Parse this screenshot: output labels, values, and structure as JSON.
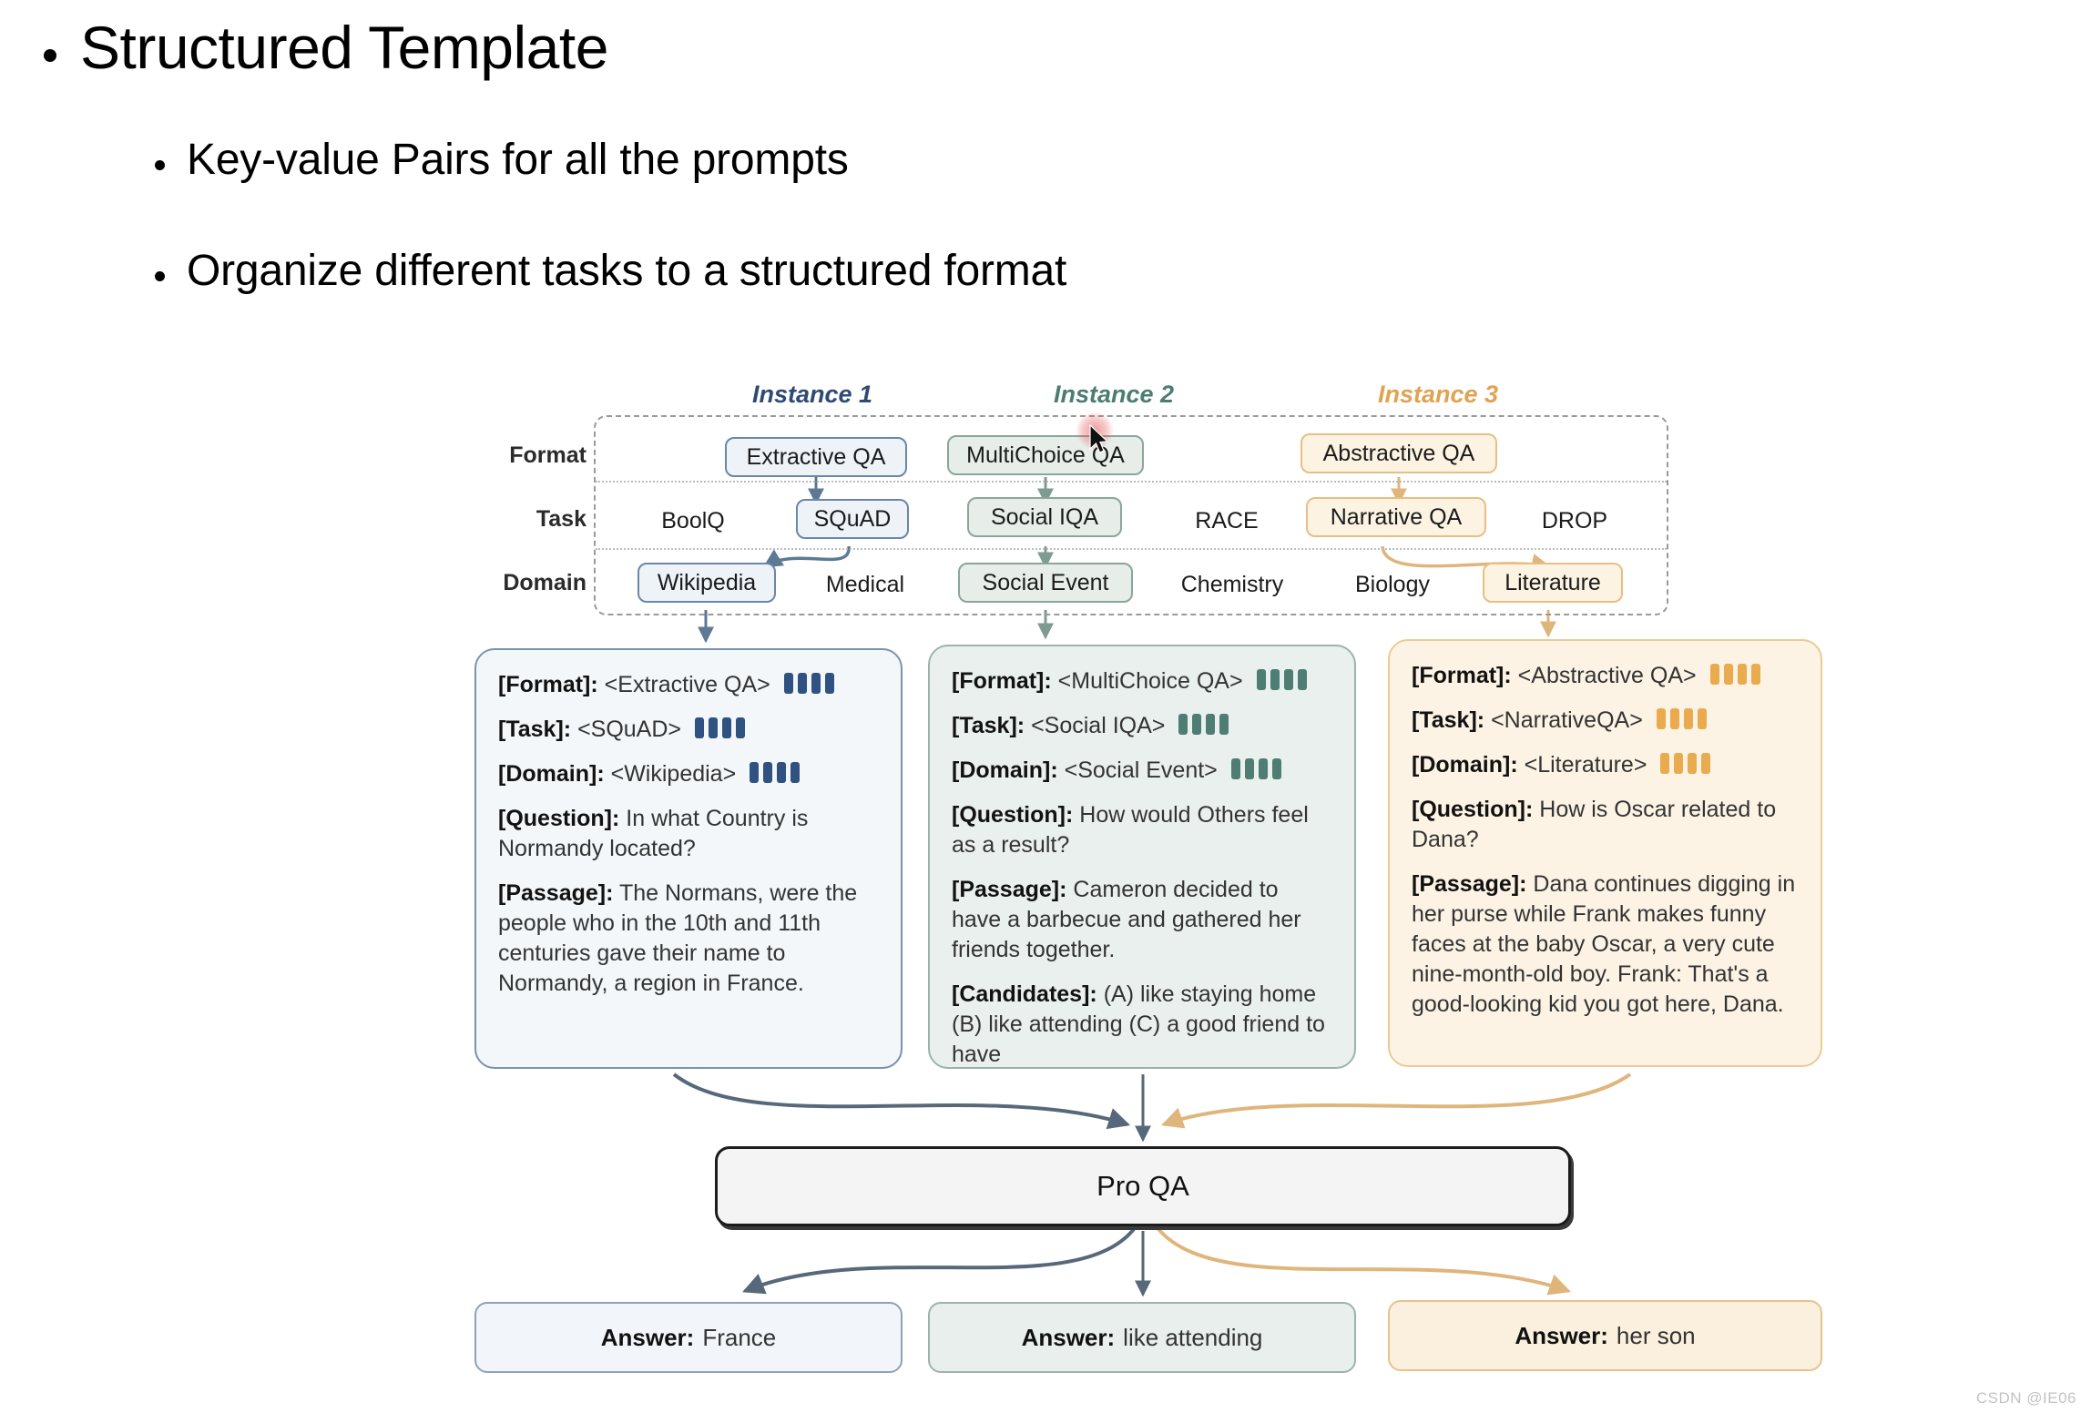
{
  "slide": {
    "title": "Structured Template",
    "bullets": [
      "Key-value Pairs for all the prompts",
      "Organize different tasks to a structured format"
    ]
  },
  "figure": {
    "instance_labels": [
      {
        "text": "Instance 1",
        "color": "#2f4a73"
      },
      {
        "text": "Instance 2",
        "color": "#4c7d72"
      },
      {
        "text": "Instance 3",
        "color": "#e0a352"
      }
    ],
    "taxonomy": {
      "row_labels": [
        "Format",
        "Task",
        "Domain"
      ],
      "format_row": [
        {
          "text": "Extractive QA",
          "style": "blue"
        },
        {
          "text": "MultiChoice QA",
          "style": "green"
        },
        {
          "text": "Abstractive QA",
          "style": "orange"
        }
      ],
      "task_row": [
        {
          "text": "BoolQ",
          "style": "plain"
        },
        {
          "text": "SQuAD",
          "style": "blue"
        },
        {
          "text": "Social IQA",
          "style": "green"
        },
        {
          "text": "RACE",
          "style": "plain"
        },
        {
          "text": "Narrative QA",
          "style": "orange"
        },
        {
          "text": "DROP",
          "style": "plain"
        }
      ],
      "domain_row": [
        {
          "text": "Wikipedia",
          "style": "blue"
        },
        {
          "text": "Medical",
          "style": "plain"
        },
        {
          "text": "Social Event",
          "style": "green"
        },
        {
          "text": "Chemistry",
          "style": "plain"
        },
        {
          "text": "Biology",
          "style": "plain"
        },
        {
          "text": "Literature",
          "style": "orange"
        }
      ]
    },
    "cards": [
      {
        "accent": "#2f5280",
        "format_key": "[Format]:",
        "format_value": "<Extractive QA>",
        "task_key": "[Task]:",
        "task_value": "<SQuAD>",
        "domain_key": "[Domain]:",
        "domain_value": "<Wikipedia>",
        "question_key": "[Question]:",
        "question_value": "In what Country is Normandy located?",
        "passage_key": "[Passage]:",
        "passage_value": "The Normans, were the people who in the 10th and 11th centuries gave their name to Normandy, a region in France."
      },
      {
        "accent": "#4d7d73",
        "format_key": "[Format]:",
        "format_value": "<MultiChoice QA>",
        "task_key": "[Task]:",
        "task_value": "<Social IQA>",
        "domain_key": "[Domain]:",
        "domain_value": "<Social Event>",
        "question_key": "[Question]:",
        "question_value": "How would Others feel as a result?",
        "passage_key": "[Passage]:",
        "passage_value": "Cameron decided to have a barbecue and gathered her friends together.",
        "candidates_key": "[Candidates]:",
        "candidates_value": "(A) like staying home (B) like attending (C) a good friend to have"
      },
      {
        "accent": "#e9ab4e",
        "format_key": "[Format]:",
        "format_value": "<Abstractive  QA>",
        "task_key": "[Task]:",
        "task_value": "<NarrativeQA>",
        "domain_key": "[Domain]:",
        "domain_value": "<Literature>",
        "question_key": "[Question]:",
        "question_value": "How is Oscar related to Dana?",
        "passage_key": "[Passage]:",
        "passage_value": "Dana continues digging in her purse while Frank makes funny faces at the baby Oscar, a very cute nine-month-old boy. Frank: That's a good-looking kid you got here, Dana."
      }
    ],
    "model_box": {
      "label": "Pro QA"
    },
    "answers": [
      {
        "label": "Answer:",
        "value": "France"
      },
      {
        "label": "Answer:",
        "value": "like attending"
      },
      {
        "label": "Answer:",
        "value": "her son"
      }
    ]
  },
  "watermark": "CSDN @IE06"
}
